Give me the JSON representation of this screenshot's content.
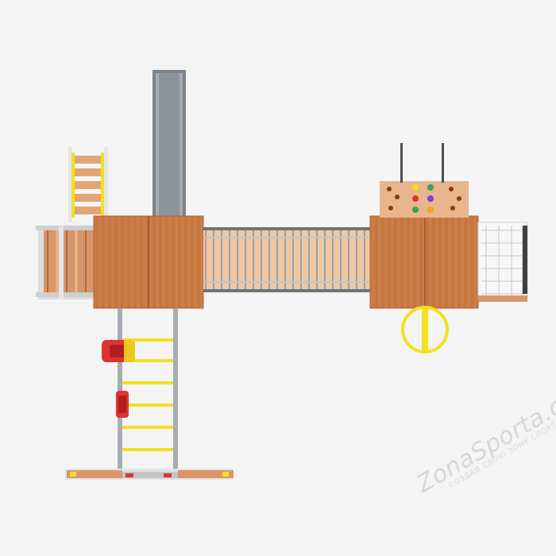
{
  "scene": {
    "subject": "playground complex top view",
    "colors": {
      "background": "#f4f4f4",
      "wood_dark": "#c7733c",
      "wood_light": "#e8b58c",
      "wood_mid": "#d98c57",
      "metal": "#9aa1a6",
      "slide": "#7d8489",
      "yellow": "#f2e021",
      "red": "#e03131",
      "white": "#ffffff"
    }
  },
  "watermark": {
    "brand": "ZonaSporta.com",
    "tagline": "СОЗДАЙ СВОЮ ЗОНУ СПОРТА"
  }
}
